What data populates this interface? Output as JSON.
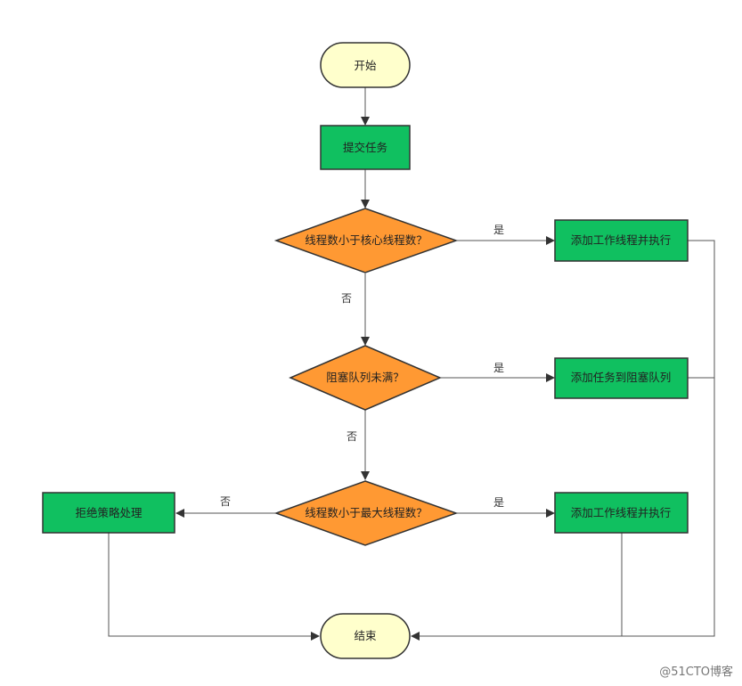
{
  "colors": {
    "terminal_fill": "#ffffcc",
    "process_fill": "#10c060",
    "decision_fill": "#ff9933",
    "stroke": "#333333",
    "line": "#555555"
  },
  "nodes": {
    "start": "开始",
    "submit": "提交任务",
    "q_core": "线程数小于核心线程数？",
    "add_worker_1": "添加工作线程并执行",
    "q_queue": "阻塞队列未满？",
    "add_queue": "添加任务到阻塞队列",
    "q_max": "线程数小于最大线程数？",
    "add_worker_2": "添加工作线程并执行",
    "reject": "拒绝策略处理",
    "end": "结束"
  },
  "edge_labels": {
    "core_yes": "是",
    "core_no": "否",
    "queue_yes": "是",
    "queue_no": "否",
    "max_yes": "是",
    "max_no": "否"
  },
  "watermark": "@51CTO博客"
}
